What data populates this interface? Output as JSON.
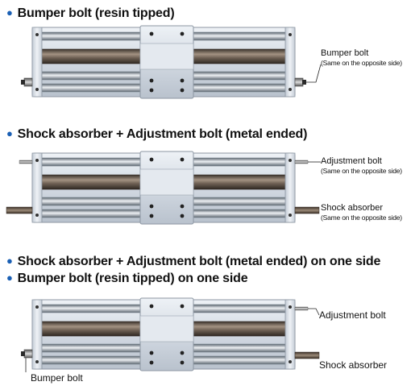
{
  "sections": [
    {
      "headings": [
        "Bumper bolt (resin tipped)"
      ],
      "callouts": [
        {
          "main": "Bumper bolt",
          "sub": "(Same on the opposite side)"
        }
      ]
    },
    {
      "headings": [
        "Shock absorber + Adjustment bolt (metal ended)"
      ],
      "callouts": [
        {
          "main": "Adjustment bolt",
          "sub": "(Same on the opposite side)"
        },
        {
          "main": "Shock absorber",
          "sub": "(Same on the opposite side)"
        }
      ]
    },
    {
      "headings": [
        "Shock absorber + Adjustment bolt (metal ended) on one side",
        "Bumper bolt (resin tipped) on one side"
      ],
      "callouts": [
        {
          "main": "Adjustment bolt"
        },
        {
          "main": "Shock absorber"
        },
        {
          "main": "Bumper bolt"
        }
      ]
    }
  ],
  "colors": {
    "bullet": "#1a5fb4",
    "rail_dark": "#5a4e44",
    "body_light": "#d6dde6",
    "line": "#222222"
  },
  "bullet_glyph": "●"
}
